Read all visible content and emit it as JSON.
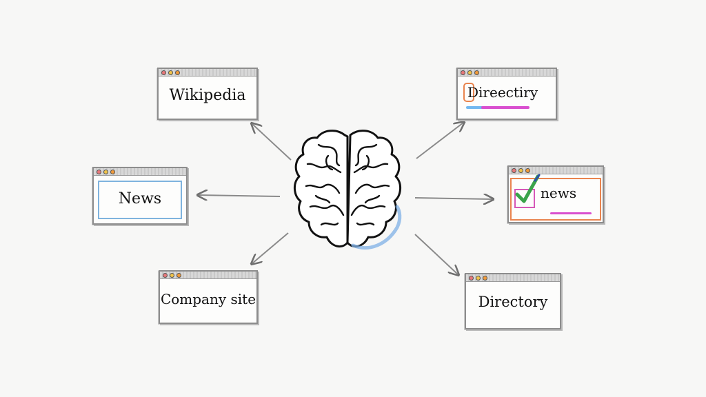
{
  "diagram": {
    "center": {
      "icon": "brain-icon"
    },
    "sources": [
      {
        "id": "wikipedia",
        "label": "Wikipedia"
      },
      {
        "id": "news-left",
        "label": "News"
      },
      {
        "id": "company",
        "label": "Company site"
      },
      {
        "id": "directory-top",
        "label": "Direectiry"
      },
      {
        "id": "news-right",
        "label": "news",
        "status_icon": "checkmark-icon"
      },
      {
        "id": "directory-bottom",
        "label": "Directory"
      }
    ]
  },
  "colors": {
    "stroke": "#111111",
    "accent_blue": "#73b8f0",
    "accent_orange": "#e9844e",
    "accent_pink": "#d94fcf",
    "check_green": "#3aa34a"
  }
}
